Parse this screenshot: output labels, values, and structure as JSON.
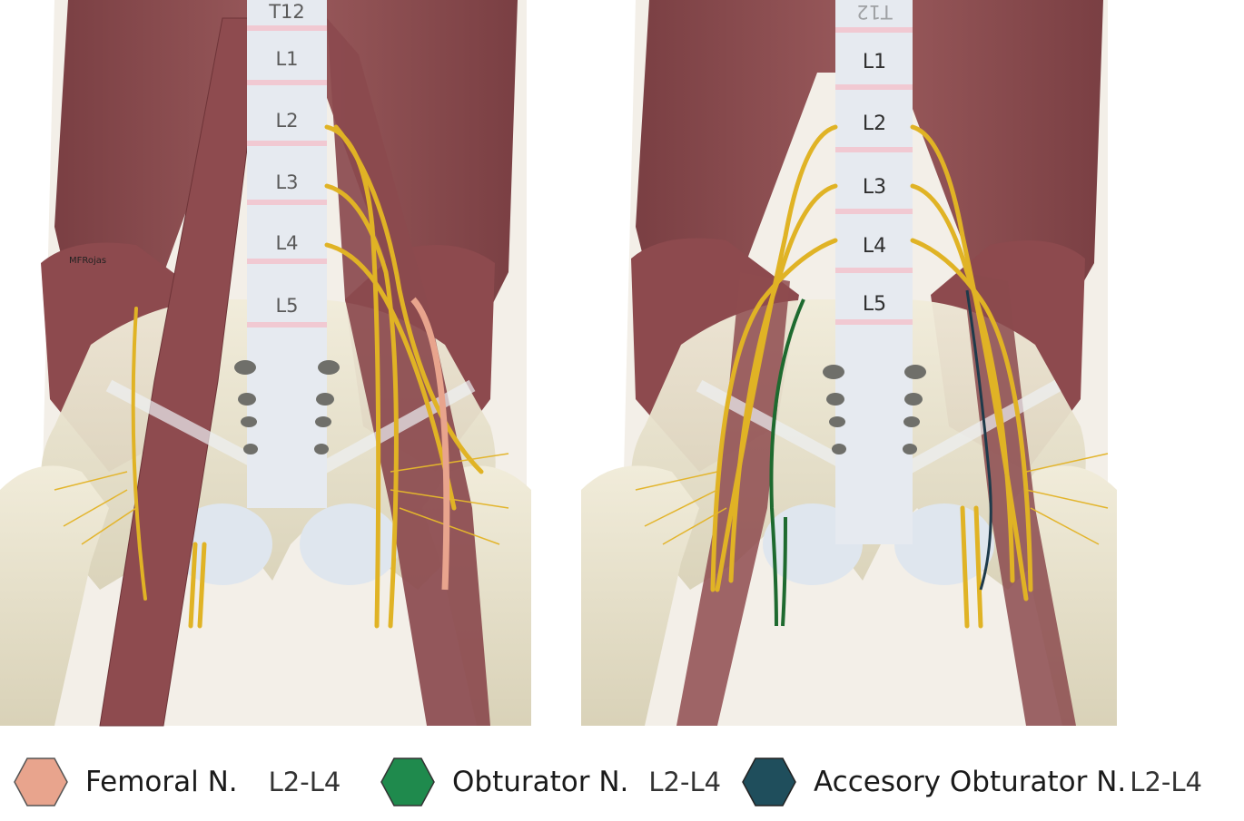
{
  "left_panel": {
    "vertebrae": [
      "T12",
      "L1",
      "L2",
      "L3",
      "L4",
      "L5"
    ],
    "credit": "MFRojas"
  },
  "right_panel": {
    "vertebrae": [
      "L1",
      "L2",
      "L3",
      "L4",
      "L5"
    ],
    "faded_top_label": "T12"
  },
  "legend": [
    {
      "name": "Femoral N.",
      "levels": "L2-L4",
      "color": "#e8a48d"
    },
    {
      "name": "Obturator N.",
      "levels": "L2-L4",
      "color": "#1f8a4d"
    },
    {
      "name": "Accesory Obturator N.",
      "levels": "L2-L4",
      "color": "#1f4e5c"
    }
  ],
  "colors": {
    "muscle": "#8a4a4d",
    "muscle_dark": "#6e3438",
    "bone": "#ece5cf",
    "spine": "#e6eaf0",
    "nerve": "#e0b325",
    "obturator_nerve": "#1e6a2f",
    "accessory_obturator_nerve": "#1e3a4a"
  }
}
